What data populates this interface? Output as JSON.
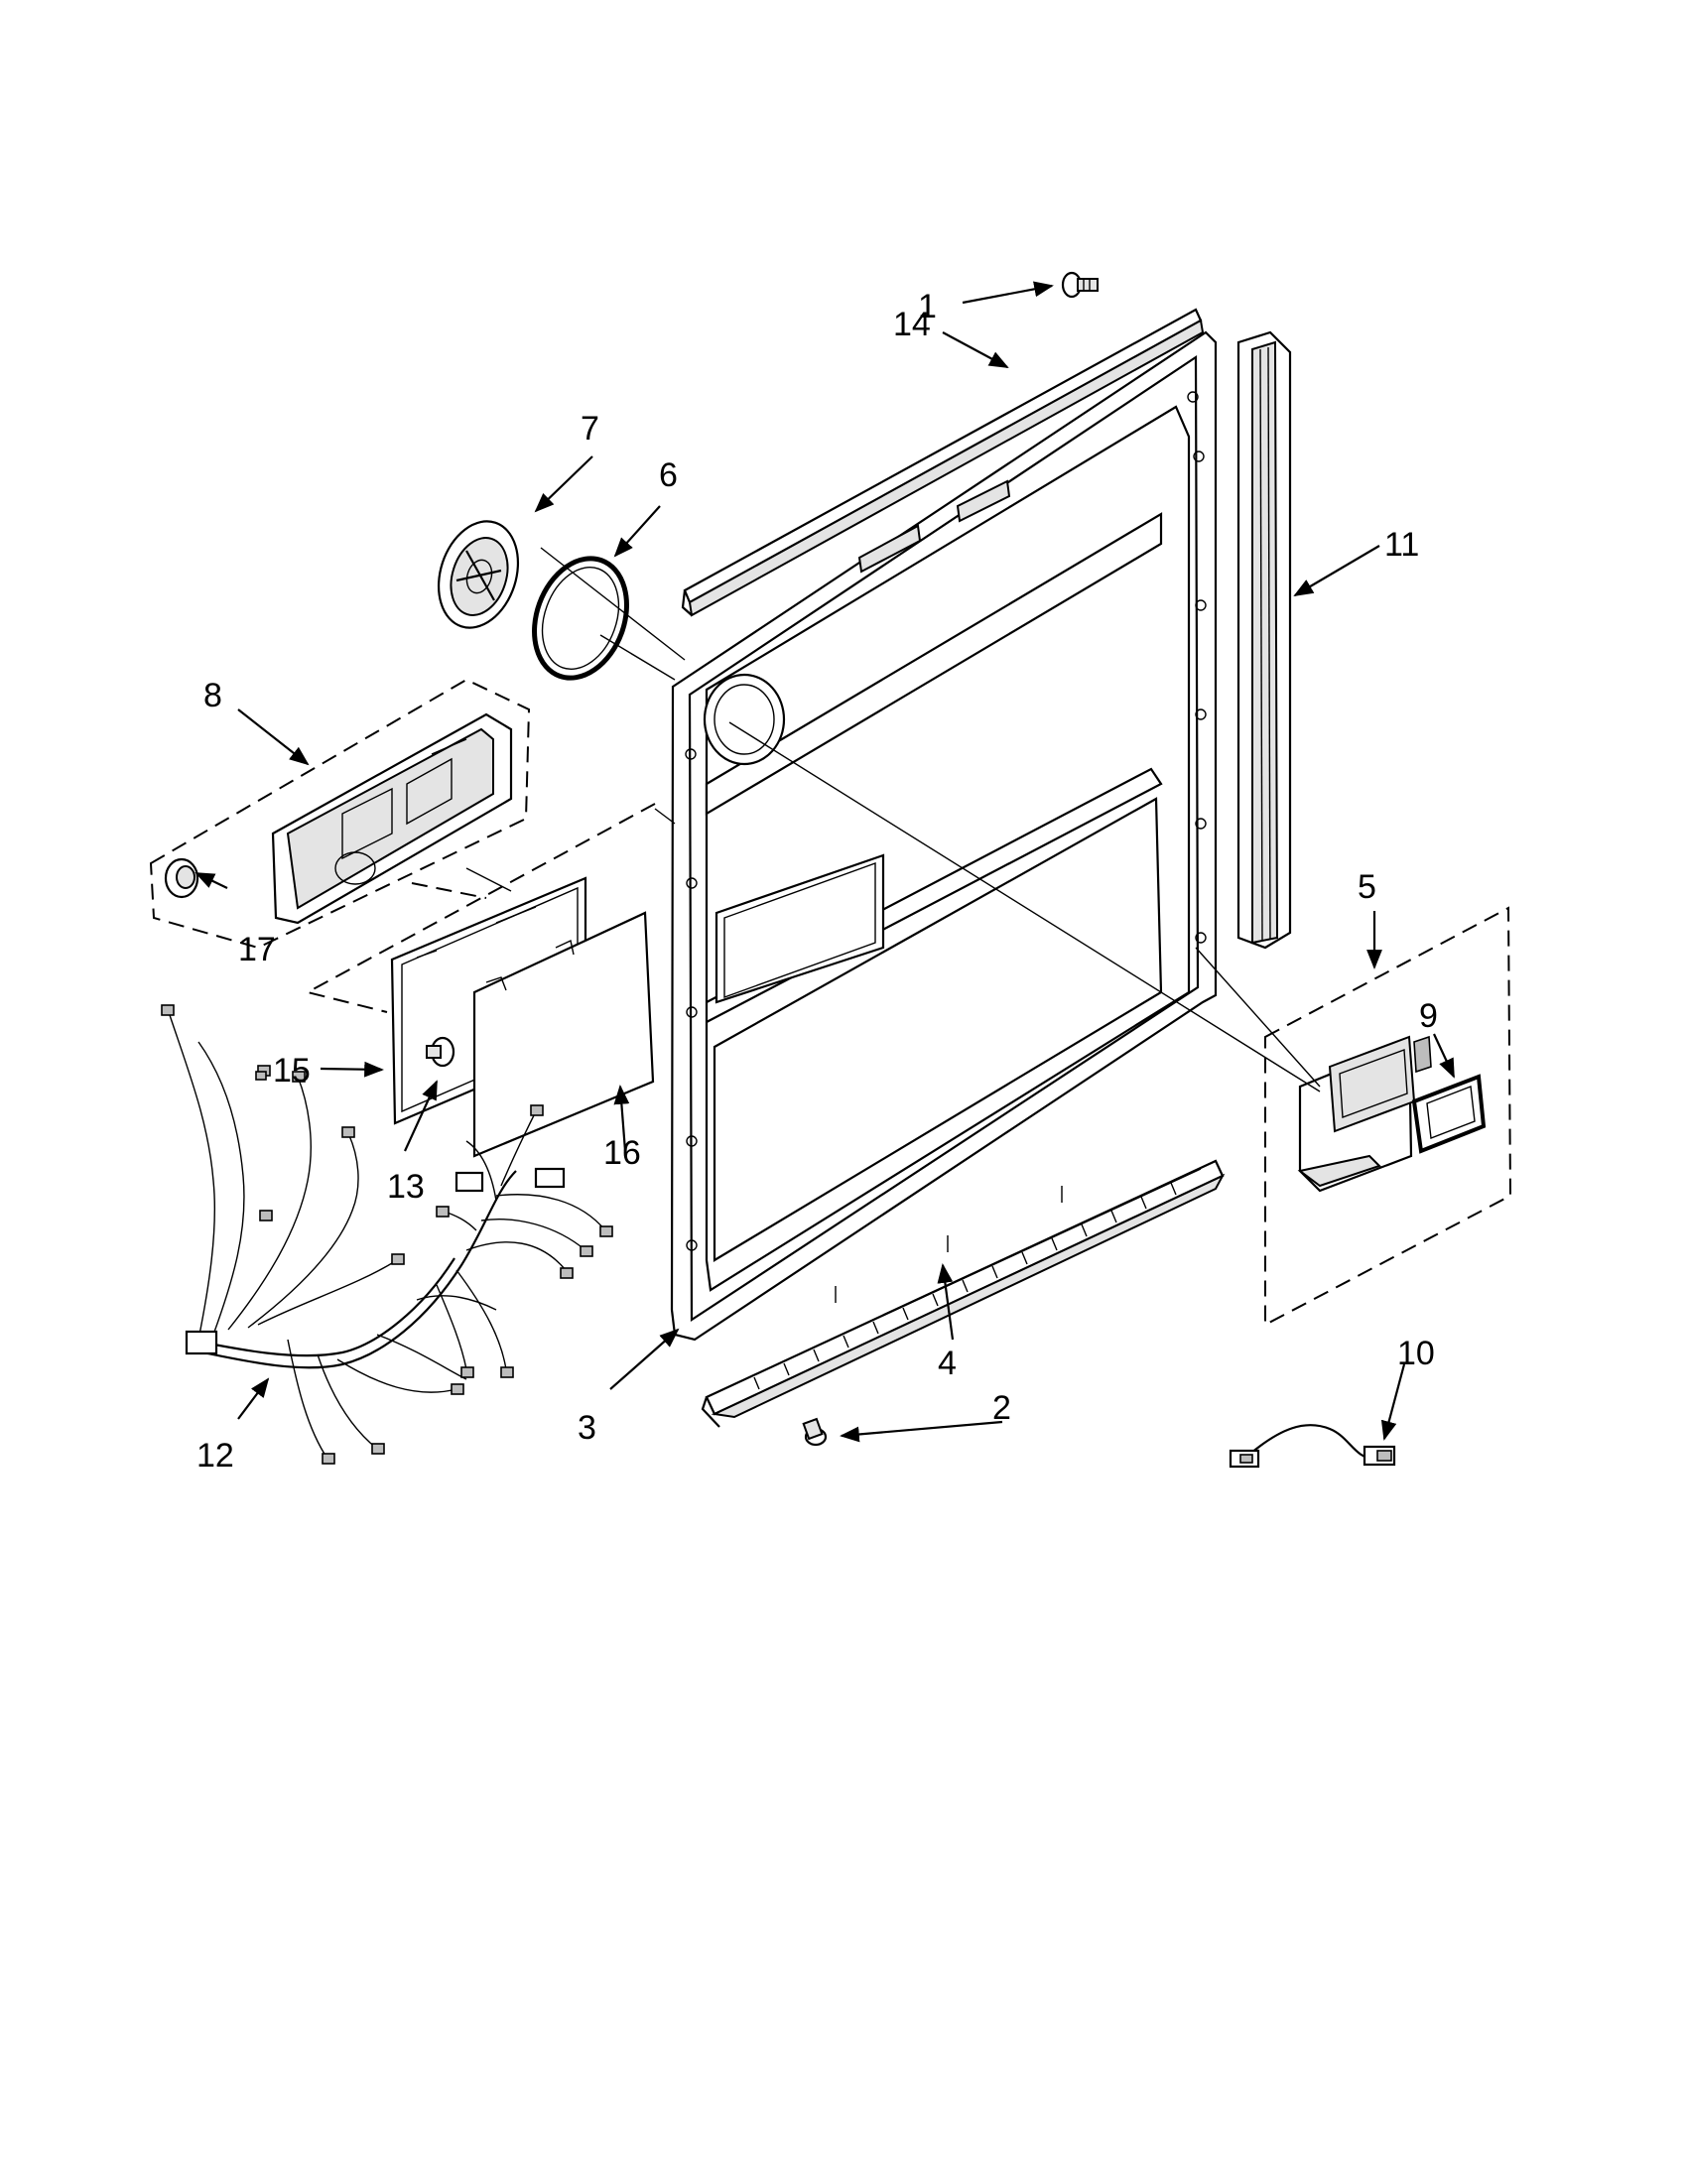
{
  "callouts": [
    "1",
    "2",
    "3",
    "4",
    "5",
    "6",
    "7",
    "8",
    "9",
    "10",
    "11",
    "12",
    "13",
    "14",
    "15",
    "16",
    "17"
  ],
  "colors": {
    "ink": "#000000",
    "paper": "#ffffff",
    "shade": "#e4e4e4",
    "dark_shade": "#bdbdbd"
  }
}
